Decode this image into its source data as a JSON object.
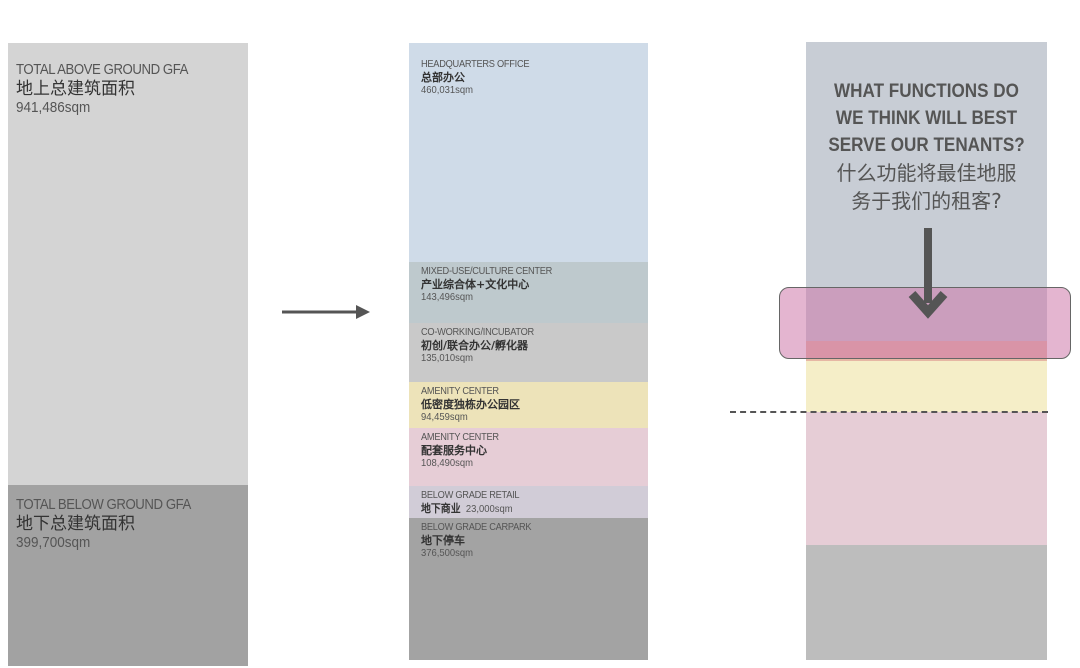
{
  "left": {
    "above": {
      "en": "TOTAL ABOVE GROUND GFA",
      "cn": "地上总建筑面积",
      "value": "941,486sqm",
      "color": "#d4d4d4"
    },
    "below": {
      "en": "TOTAL BELOW GROUND GFA",
      "cn": "地下总建筑面积",
      "value": "399,700sqm",
      "color": "#a2a2a2"
    }
  },
  "middle": [
    {
      "en": "HEADQUARTERS OFFICE",
      "cn": "总部办公",
      "value": "460,031sqm",
      "color": "#cfdbe8"
    },
    {
      "en": "MIXED-USE/CULTURE CENTER",
      "cn": "产业综合体+文化中心",
      "value": "143,496sqm",
      "color": "#bec9cd"
    },
    {
      "en": "CO-WORKING/INCUBATOR",
      "cn": "初创/联合办公/孵化器",
      "value": "135,010sqm",
      "color": "#c9c9c9"
    },
    {
      "en": "AMENITY CENTER",
      "cn": "低密度独栋办公园区",
      "value": "94,459sqm",
      "color": "#ede3b9"
    },
    {
      "en": "AMENITY CENTER",
      "cn": "配套服务中心",
      "value": "108,490sqm",
      "color": "#e6cdd6"
    },
    {
      "en": "BELOW GRADE RETAIL",
      "cn": "地下商业",
      "value": "23,000sqm",
      "color": "#d1ccd7"
    },
    {
      "en": "BELOW GRADE CARPARK",
      "cn": "地下停车",
      "value": "376,500sqm",
      "color": "#a3a3a3"
    }
  ],
  "right": {
    "question_en": [
      "WHAT FUNCTIONS DO",
      "WE THINK WILL BEST",
      "SERVE OUR TENANTS?"
    ],
    "question_cn": [
      "什么功能将最佳地服",
      "务于我们的租客?"
    ],
    "colors": {
      "top": "#c8cdd5",
      "orange": "#e6b7a4",
      "yellow": "#f5eec8",
      "pink": "#e6cdd6",
      "gray": "#bdbdbd",
      "highlight": "rgba(205,120,170,0.55)"
    }
  },
  "arrow_color": "#555555"
}
